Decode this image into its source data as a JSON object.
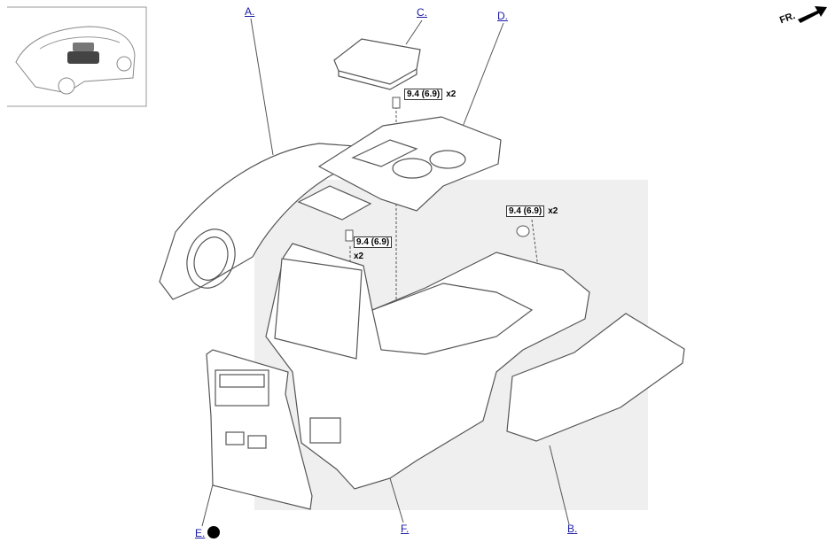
{
  "callouts": {
    "a": "A.",
    "b": "B.",
    "c": "C.",
    "d": "D.",
    "e": "E.",
    "f": "F."
  },
  "torque_specs": [
    {
      "value": "9.4 (6.9)",
      "qty": "x2"
    },
    {
      "value": "9.4 (6.9)",
      "qty": "x2"
    },
    {
      "value": "9.4 (6.9)",
      "qty": "x2"
    }
  ],
  "direction": {
    "label": "FR."
  },
  "colors": {
    "line": "#555555",
    "fill": "#ffffff",
    "shadow": "#efefef",
    "link": "#1a1aa6"
  }
}
